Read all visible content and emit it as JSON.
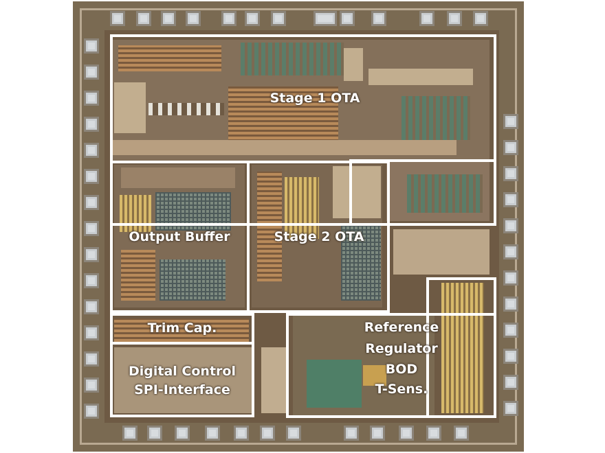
{
  "blocks": {
    "stage1_ota": "Stage 1 OTA",
    "output_buffer": "Output Buffer",
    "stage2_ota": "Stage 2 OTA",
    "trim_cap": "Trim Cap.",
    "digital_control": [
      "Digital Control",
      "SPI-Interface"
    ],
    "reference_block": [
      "Reference",
      "Regulator",
      "BOD",
      "T-Sens."
    ]
  },
  "colors": {
    "label": "#ffffff",
    "outline": "#ffffff",
    "die": "#7a6a52",
    "pad": "#c9cdd0"
  }
}
